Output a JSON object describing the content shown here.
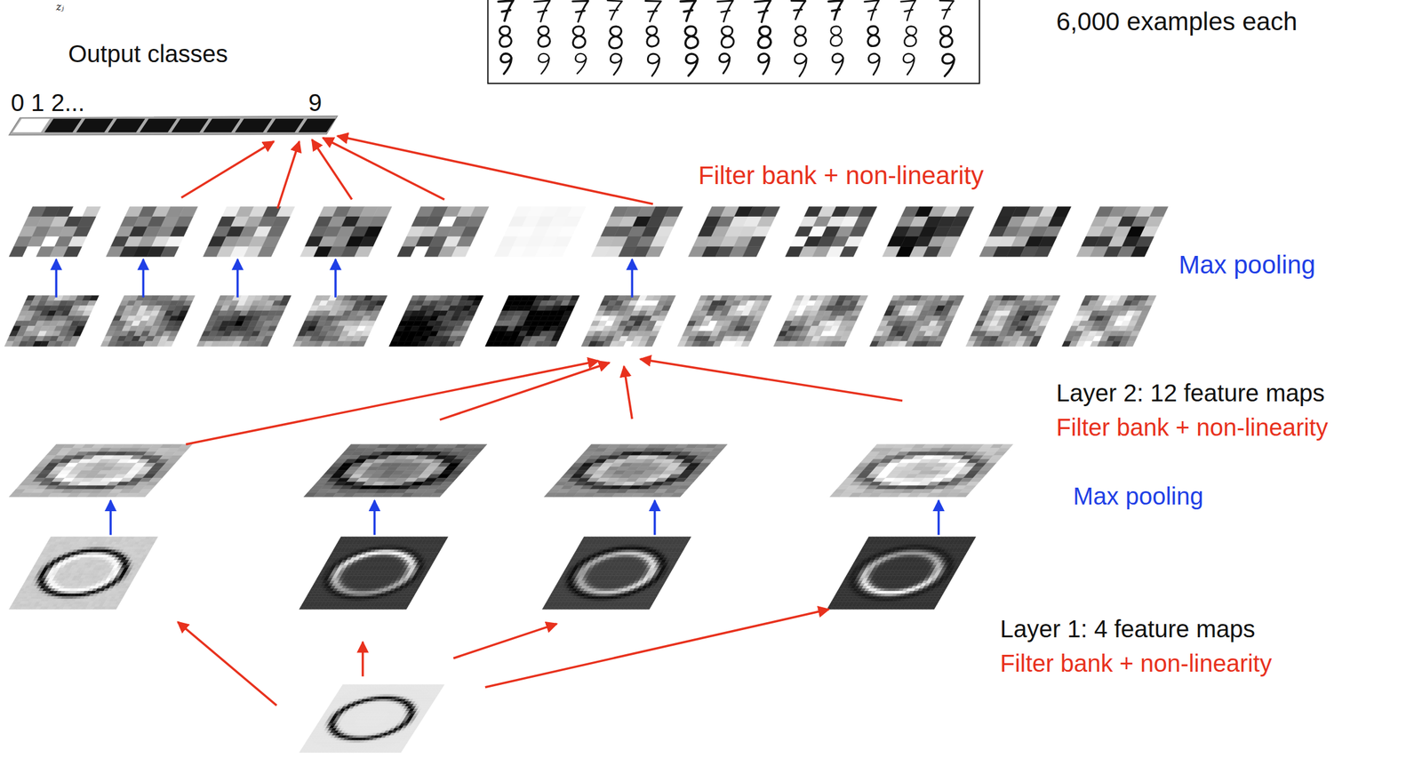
{
  "diagram": {
    "labels": [
      "zⱼ",
      "Output classes",
      "0 1 2...",
      "9",
      "6,000 examples each",
      "Filter bank + non-linearity",
      "Max pooling",
      "Layer 2: 12 feature maps",
      "Filter bank + non-linearity",
      "Max pooling",
      "Layer 1: 4 feature maps",
      "Filter bank + non-linearity"
    ]
  }
}
